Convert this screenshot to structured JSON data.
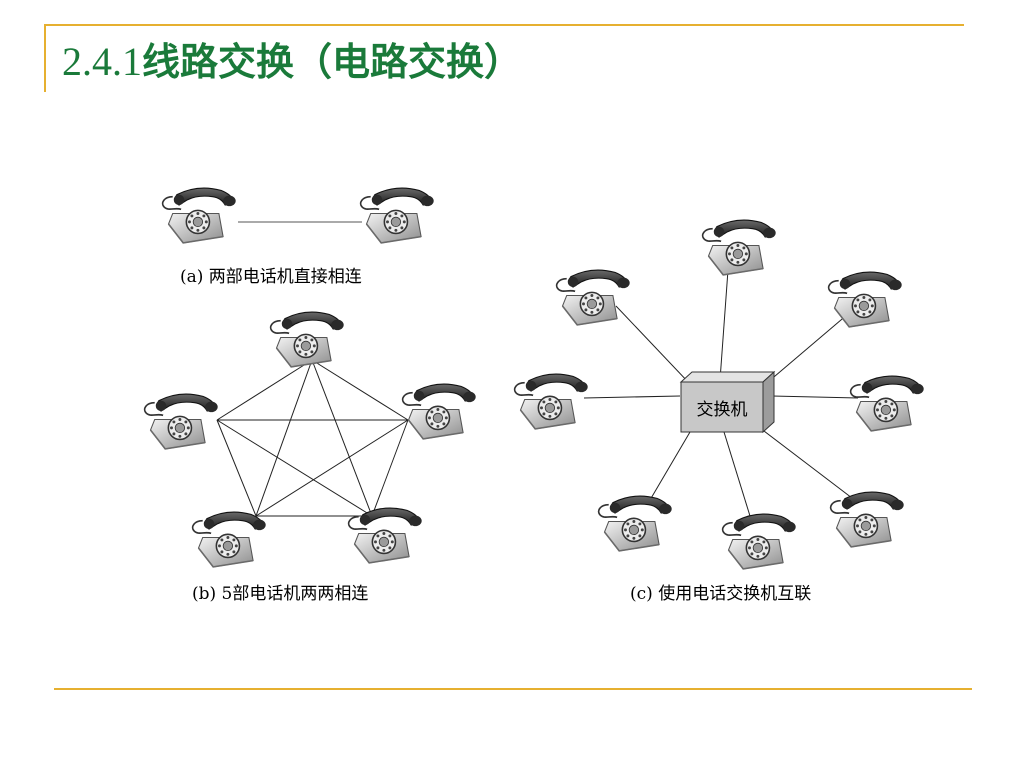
{
  "slide": {
    "title_number": "2.4.1",
    "title_text": "线路交换（电路交换）"
  },
  "diagram_a": {
    "caption": "(a) 两部电话机直接相连"
  },
  "diagram_b": {
    "caption": "(b) 5部电话机两两相连"
  },
  "diagram_c": {
    "caption": "(c) 使用电话交换机互联",
    "switch_label": "交换机"
  },
  "colors": {
    "title": "#1a7a3a",
    "rule": "#e6b030",
    "switch_fill": "#c8c8c8"
  }
}
